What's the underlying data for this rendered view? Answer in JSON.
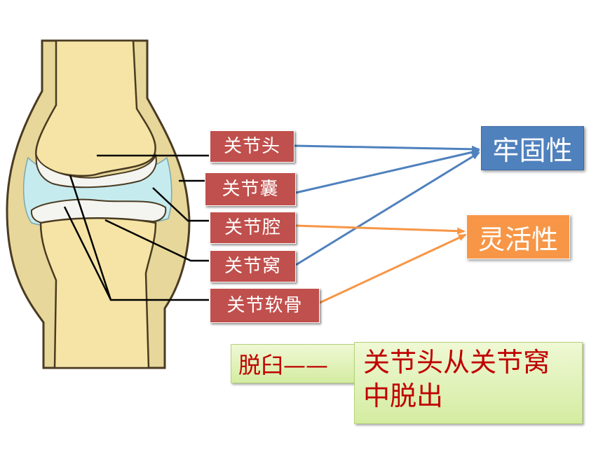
{
  "labels": {
    "head": "关节头",
    "capsule": "关节囊",
    "cavity": "关节腔",
    "socket": "关节窝",
    "cartilage": "关节软骨"
  },
  "properties": {
    "firmness": "牢固性",
    "flexibility": "灵活性"
  },
  "dislocation": {
    "term": "脱臼——",
    "definition_line1": "关节头从关节窝",
    "definition_line2": "中脱出"
  },
  "colors": {
    "label_bg": "#c0504d",
    "firmness_bg": "#4f81bd",
    "flexibility_bg": "#f79646",
    "arrow_blue": "#4f81bd",
    "arrow_orange": "#f79646",
    "text_red": "#c00000",
    "bone": "#f6e4a6",
    "capsule": "#e7d79a",
    "cavity": "#c6ebef"
  }
}
